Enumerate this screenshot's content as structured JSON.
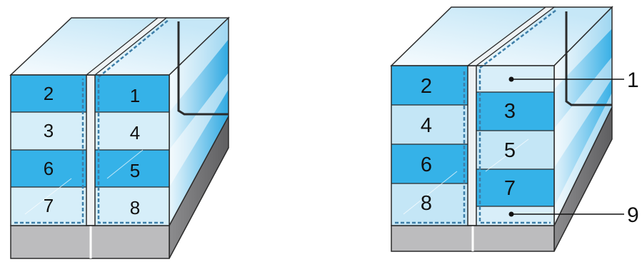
{
  "left_diagram": {
    "labels": [
      "2",
      "3",
      "6",
      "7",
      "1",
      "4",
      "5",
      "8"
    ]
  },
  "right_diagram": {
    "labels": [
      "2",
      "4",
      "6",
      "8",
      "3",
      "5",
      "7"
    ],
    "callouts": [
      "1",
      "9"
    ]
  },
  "colors": {
    "blue_dark": "#35b2e8",
    "blue_light": "#bfe4f5",
    "frost": "#e9f4fa",
    "base_gray": "#b7b7b9",
    "outline": "#2b2b2b",
    "seam": "#3d7ea8"
  }
}
